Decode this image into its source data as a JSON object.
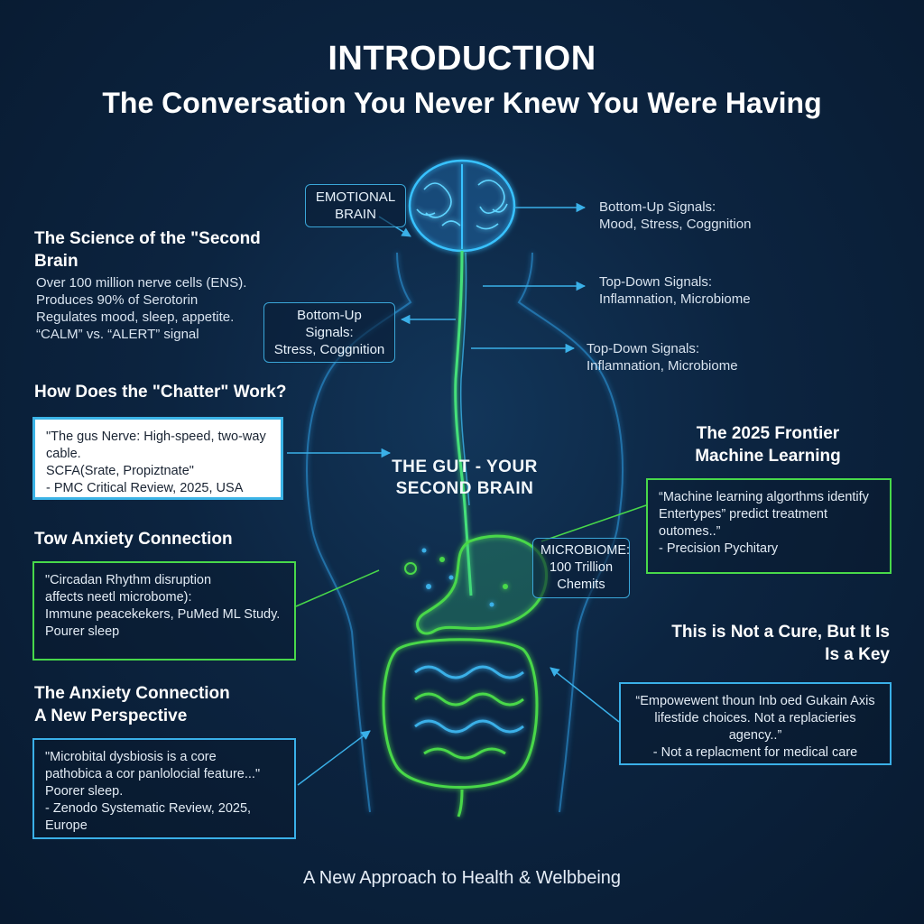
{
  "title": "INTRODUCTION",
  "subtitle": "The Conversation You Never Knew You Were Having",
  "footer": "A New Approach to Health & Welbbeing",
  "center_labels": {
    "emotional_brain": [
      "EMOTIONAL",
      "BRAIN"
    ],
    "gut": [
      "THE GUT - YOUR",
      "SECOND BRAIN"
    ],
    "microbiome": [
      "MICROBIOME:",
      "100 Trillion",
      "Chemits"
    ]
  },
  "signals": {
    "right_top": [
      "Bottom-Up Signals:",
      "Mood, Stress, Coggnition"
    ],
    "right_mid": [
      "Top-Down Signals:",
      "Inflamnation, Microbiome"
    ],
    "left_mid": [
      "Bottom-Up Signals:",
      "Stress, Coggnition"
    ],
    "right_low": [
      "Top-Down Signals:",
      "Inflamnation, Microbiome"
    ]
  },
  "left": {
    "science": {
      "heading": [
        "The Science of the \"Second",
        "Brain"
      ],
      "lines": [
        "Over 100 million nerve cells (ENS).",
        "Produces 90% of Serotorin",
        "Regulates mood, sleep, appetite.",
        "“CALM” vs. “ALERT” signal"
      ]
    },
    "chatter": {
      "heading": "How Does the \"Chatter\" Work?",
      "lines": [
        "\"The gus Nerve: High-speed, two-way cable.",
        "SCFA(Srate, Propiztnate\"",
        " - PMC Critical Review, 2025, USA"
      ]
    },
    "tow_anxiety": {
      "heading": "Tow Anxiety Connection",
      "lines": [
        "\"Circadan Rhythm disruption",
        "affects neetl microbome):",
        "Immune peacekekers,  PuMed ML Study.",
        "Pourer sleep"
      ]
    },
    "anxiety": {
      "heading": [
        "The Anxiety Connection",
        "A New Perspective"
      ],
      "lines": [
        "\"Microbital dysbiosis is a core",
        "pathobica a cor panlolocial feature...\"",
        "Poorer sleep.",
        "- Zenodo Systematic Review, 2025, Europe"
      ]
    }
  },
  "right": {
    "frontier": {
      "heading": [
        "The 2025 Frontier",
        "Machine Learning"
      ],
      "lines": [
        "“Machine learning algorthms identify",
        "Entertypes” predict treatment outomes..”",
        "- Precision Pychitary"
      ]
    },
    "key": {
      "heading": [
        "This is Not a Cure, But It Is",
        "Is a Key"
      ],
      "lines": [
        "“Empowewent thoun Inb oed Gukain Axis",
        "lifestide choices.  Not a replacieries agency..”",
        "- Not a replacment for medical care"
      ]
    }
  },
  "colors": {
    "accent_blue": "#3ab0e8",
    "accent_green": "#48d84a",
    "background": "#0c2440"
  }
}
